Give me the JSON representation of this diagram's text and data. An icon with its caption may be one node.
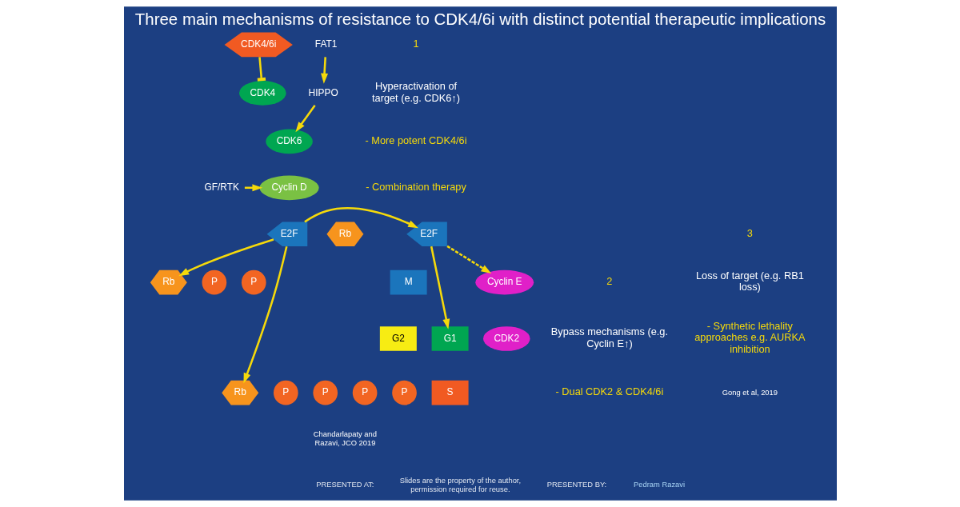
{
  "diagram": {
    "title": "Three main mechanisms of resistance to CDK4/6i with distinct potential therapeutic implications",
    "nodes": [
      {
        "text": [
          "CDK4/6i"
        ]
      },
      {
        "text": [
          "FAT1"
        ]
      },
      {
        "text": [
          "HIPPO"
        ]
      },
      {
        "text": [
          "CDK4"
        ]
      },
      {
        "text": [
          "CDK6"
        ]
      },
      {
        "text": [
          "Cyclin D"
        ]
      },
      {
        "text": [
          "GF/RTK"
        ]
      },
      {
        "text": [
          "P"
        ]
      },
      {
        "text": [
          "P"
        ]
      },
      {
        "text": [
          "Rb"
        ]
      },
      {
        "text": [
          "E2F"
        ]
      },
      {
        "text": [
          "E2F"
        ]
      },
      {
        "text": [
          "Rb"
        ]
      },
      {
        "text": [
          "Cyclin E"
        ]
      },
      {
        "text": [
          "CDK2"
        ]
      },
      {
        "text": [
          "P"
        ]
      },
      {
        "text": [
          "P"
        ]
      },
      {
        "text": [
          "P"
        ]
      },
      {
        "text": [
          "P"
        ]
      },
      {
        "text": [
          "Rb"
        ]
      },
      {
        "text": [
          "M"
        ]
      },
      {
        "text": [
          "G2"
        ]
      },
      {
        "text": [
          "G1"
        ]
      },
      {
        "text": [
          "S"
        ]
      }
    ],
    "edges": [
      {
        "from": 0,
        "to": 3,
        "arrow": "other"
      },
      {
        "from": 1,
        "to": 2,
        "arrow": "to"
      },
      {
        "from": 2,
        "to": 4,
        "arrow": "to"
      },
      {
        "from": 6,
        "to": 5,
        "arrow": "to"
      },
      {
        "from": 11,
        "to": 10,
        "arrow": "to"
      },
      {
        "from": 10,
        "to": 22,
        "arrow": "to"
      },
      {
        "from": 10,
        "to": 13,
        "arrow": "to",
        "style": "dashed"
      },
      {
        "from": 11,
        "to": 9,
        "arrow": "to"
      },
      {
        "from": 11,
        "to": 19,
        "arrow": "to"
      }
    ],
    "labels": [
      "1",
      "Hyperactivation of target (e.g. CDK6↑)",
      "- More potent CDK4/6i",
      "- Combination therapy",
      "2",
      "Bypass mechanisms (e.g. Cyclin E↑)",
      "- Dual CDK2 & CDK4/6i",
      "3",
      "Loss of target (e.g. RB1 loss)",
      "- Synthetic lethality approaches e.g. AURKA inhibition",
      "Gong et al, 2019",
      "Chandarlapaty and Razavi, JCO 2019",
      "PRESENTED AT:",
      "Slides are the property of the author, permission required for reuse.",
      "PRESENTED BY:",
      "Pedram Razavi"
    ]
  }
}
